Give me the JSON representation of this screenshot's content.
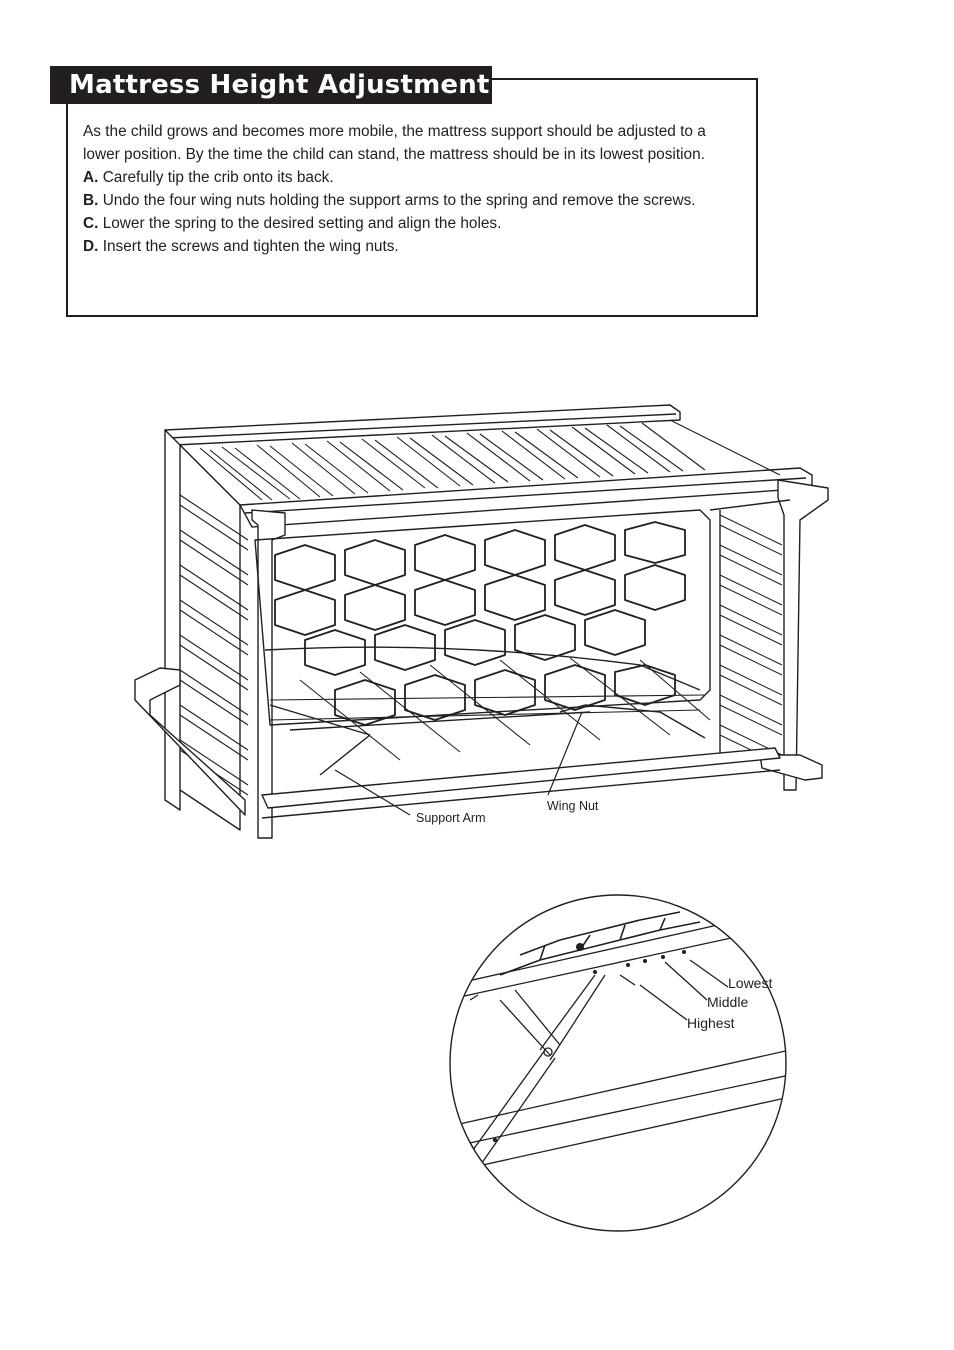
{
  "section": {
    "title": "Mattress Height Adjustment",
    "intro": "As the child grows and becomes more mobile, the mattress support should be adjusted to a lower position. By the time the child can stand, the mattress should be in its lowest position.",
    "steps": [
      {
        "letter": "A.",
        "text": "Carefully tip the crib onto its back."
      },
      {
        "letter": "B.",
        "text": "Undo the four wing nuts holding the support arms to the spring and remove the screws."
      },
      {
        "letter": "C.",
        "text": "Lower the spring to the desired setting and align the holes."
      },
      {
        "letter": "D.",
        "text": "Insert the screws and tighten the wing nuts."
      }
    ]
  },
  "figure1": {
    "labels": {
      "support_arm": "Support Arm",
      "wing_nut": "Wing Nut"
    }
  },
  "figure2": {
    "labels": {
      "lowest": "Lowest",
      "middle": "Middle",
      "highest": "Highest"
    }
  }
}
